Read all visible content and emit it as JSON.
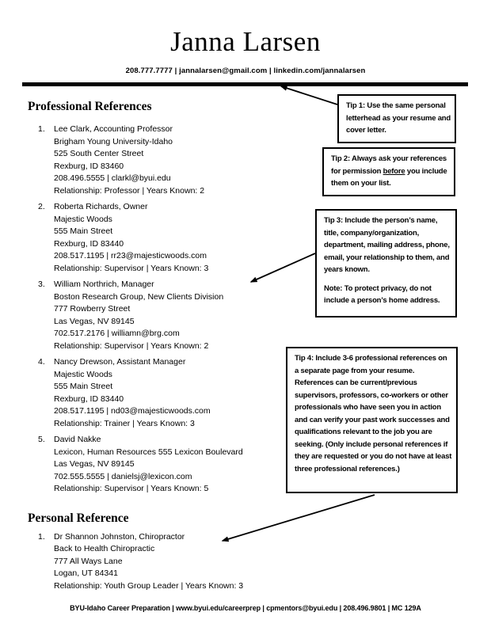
{
  "header": {
    "name": "Janna Larsen",
    "contact": "208.777.7777 | jannalarsen@gmail.com | linkedin.com/jannalarsen"
  },
  "sections": [
    {
      "title": "Professional References",
      "items": [
        {
          "number": "1.",
          "lines": [
            "Lee Clark, Accounting Professor",
            "Brigham Young University-Idaho",
            "525 South Center Street",
            "Rexburg, ID 83460",
            "208.496.5555 | clarkl@byui.edu",
            "Relationship: Professor | Years Known: 2"
          ]
        },
        {
          "number": "2.",
          "lines": [
            "Roberta Richards, Owner",
            "Majestic Woods",
            "555 Main Street",
            "Rexburg, ID 83440",
            "208.517.1195 | rr23@majesticwoods.com",
            "Relationship: Supervisor | Years Known: 3"
          ]
        },
        {
          "number": "3.",
          "lines": [
            "William Northrich, Manager",
            "Boston Research Group, New Clients Division",
            "777 Rowberry Street",
            "Las Vegas, NV 89145",
            "702.517.2176 | williamn@brg.com",
            "Relationship: Supervisor | Years Known: 2"
          ]
        },
        {
          "number": "4.",
          "lines": [
            "Nancy Drewson, Assistant Manager",
            "Majestic Woods",
            "555 Main Street",
            "Rexburg, ID 83440",
            "208.517.1195 | nd03@majesticwoods.com",
            "Relationship: Trainer | Years Known: 3"
          ]
        },
        {
          "number": "5.",
          "lines": [
            "David Nakke",
            "Lexicon, Human Resources 555 Lexicon Boulevard",
            "Las Vegas, NV 89145",
            "702.555.5555 | danielsj@lexicon.com",
            "Relationship: Supervisor | Years Known: 5"
          ]
        }
      ]
    },
    {
      "title": "Personal Reference",
      "items": [
        {
          "number": "1.",
          "lines": [
            "Dr Shannon Johnston, Chiropractor",
            "Back to Health Chiropractic",
            "777 All Ways Lane",
            "Logan, UT 84341",
            "Relationship: Youth Group Leader | Years Known: 3"
          ]
        }
      ]
    }
  ],
  "tips": [
    {
      "paragraphs": [
        [
          {
            "t": "Tip 1:",
            "b": true
          },
          {
            "t": " Use the same personal letterhead as your resume and cover letter."
          }
        ]
      ]
    },
    {
      "paragraphs": [
        [
          {
            "t": "Tip 2:",
            "b": true
          },
          {
            "t": " Always ask your references for permission "
          },
          {
            "t": "before",
            "u": true
          },
          {
            "t": " you include them on your list."
          }
        ]
      ]
    },
    {
      "paragraphs": [
        [
          {
            "t": "Tip 3:",
            "b": true
          },
          {
            "t": " Include the person’s name, title, company/organization, department, mailing address, phone, email, your relationship to them, and years known."
          }
        ],
        [
          {
            "t": "Note:",
            "b": true
          },
          {
            "t": " To protect privacy, do not include a person’s home address."
          }
        ]
      ]
    },
    {
      "paragraphs": [
        [
          {
            "t": "Tip 4:",
            "b": true
          },
          {
            "t": " Include 3-6 professional references on a separate page from your resume. References can be current/previous supervisors, professors, co-workers or other professionals who have seen you in action and can verify your past work successes and qualifications relevant to the job you are seeking. (Only include personal references if they are requested or you do not have at least three professional references.)"
          }
        ]
      ]
    }
  ],
  "footer": {
    "text": "BYU-Idaho Career Preparation | www.byui.edu/careerprep | cpmentors@byui.edu | 208.496.9801 | MC 129A"
  }
}
